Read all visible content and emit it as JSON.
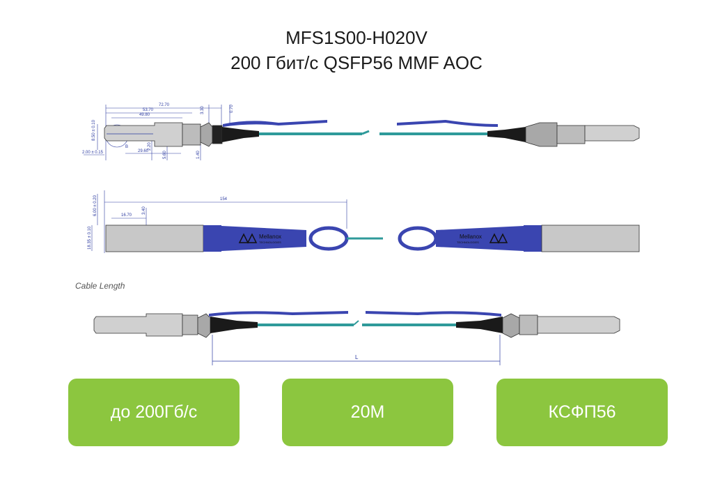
{
  "header": {
    "title_line1": "MFS1S00-H020V",
    "title_line2": "200 Гбит/с QSFP56 MMF AOC"
  },
  "drawings": {
    "top_view": {
      "dimensions": [
        "72.70",
        "53.70",
        "49.80",
        "3.30",
        "0.70",
        "29.60",
        "2.20",
        "5.60",
        "1.40",
        "2.00 ± 0.15",
        "8.50 ± 0.10",
        "B"
      ]
    },
    "side_view": {
      "dimensions": [
        "154",
        "16.70",
        "3.40",
        "6.00 ± 0.20",
        "18.35 ± 0.10"
      ],
      "brand_left": "Mellanox",
      "brand_sub_left": "TECHNOLOGIES",
      "brand_right": "Mellanox",
      "brand_sub_right": "TECHNOLOGIES"
    },
    "cable_length": {
      "caption": "Cable Length",
      "length_label": "L"
    }
  },
  "badges": {
    "speed": "до 200Гб/с",
    "length": "20М",
    "form_factor": "КСФП56"
  },
  "colors": {
    "badge_green": "#8cc63f",
    "cable_teal": "#2f9a9a",
    "boot_blue": "#3a45b0",
    "dimension_blue": "#2b3aa0"
  }
}
